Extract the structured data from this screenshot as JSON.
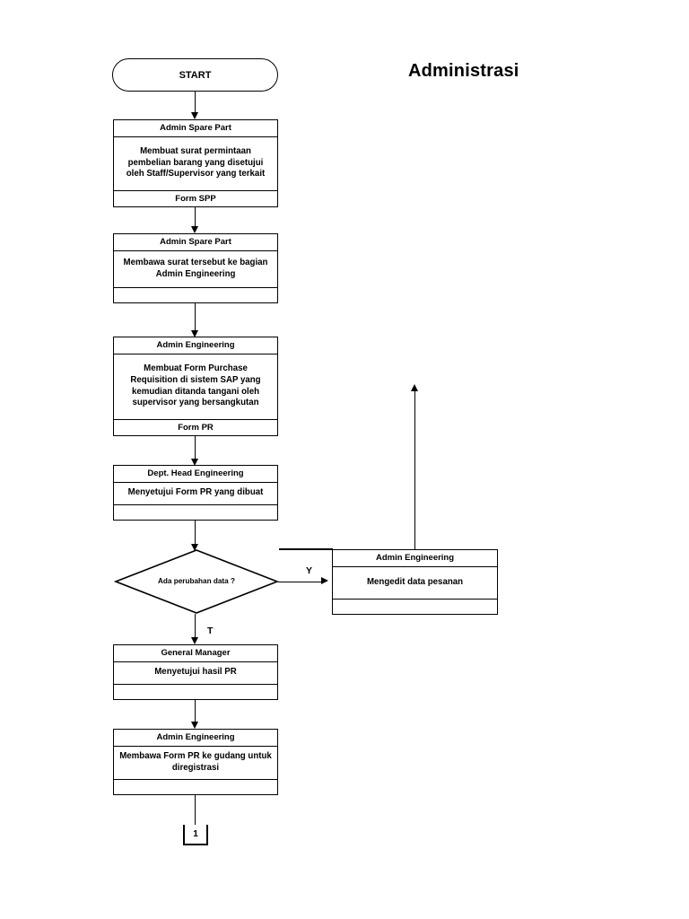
{
  "title": "Administrasi",
  "start": {
    "label": "START"
  },
  "steps": [
    {
      "id": "step-1",
      "role": "Admin Spare Part",
      "body": "Membuat surat permintaan pembelian barang yang disetujui oleh Staff/Supervisor yang terkait",
      "document": "Form SPP"
    },
    {
      "id": "step-2",
      "role": "Admin Spare Part",
      "body": "Membawa surat tersebut ke bagian Admin Engineering",
      "document": ""
    },
    {
      "id": "step-3",
      "role": "Admin Engineering",
      "body": "Membuat Form Purchase Requisition di sistem SAP yang kemudian ditanda tangani oleh supervisor yang bersangkutan",
      "document": "Form PR"
    },
    {
      "id": "step-4",
      "role": "Dept. Head Engineering",
      "body": "Menyetujui Form PR yang dibuat",
      "document": ""
    },
    {
      "id": "step-5",
      "role": "General Manager",
      "body": "Menyetujui hasil PR",
      "document": ""
    },
    {
      "id": "step-6",
      "role": "Admin Engineering",
      "body": "Membawa Form PR ke gudang untuk diregistrasi",
      "document": ""
    }
  ],
  "decision": {
    "text": "Ada perubahan data ?",
    "yes_label": "Y",
    "no_label": "T"
  },
  "rework": {
    "role": "Admin Engineering",
    "body": "Mengedit data pesanan",
    "document": ""
  },
  "connector": {
    "label": "1"
  },
  "colors": {
    "stroke": "#000000",
    "background": "#ffffff",
    "text": "#000000"
  }
}
